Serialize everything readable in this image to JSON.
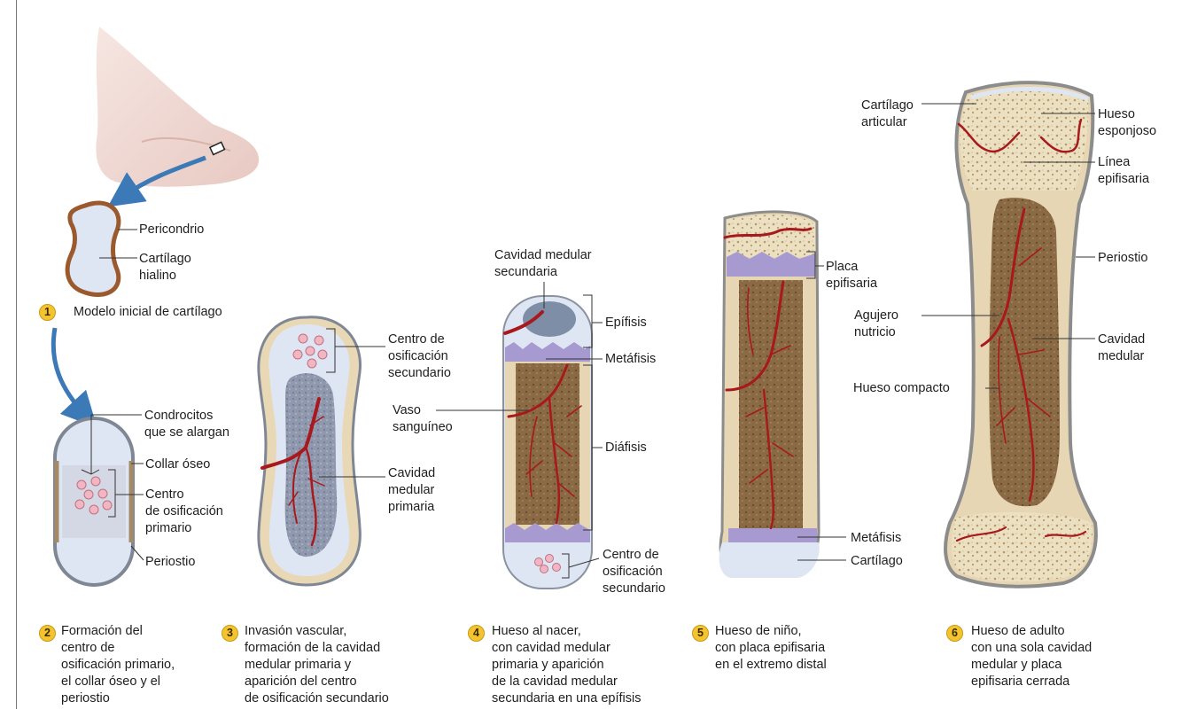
{
  "stages": [
    {
      "number": "1",
      "caption": "Modelo inicial de cartílago"
    },
    {
      "number": "2",
      "caption": "Formación del\ncentro de\nosificación primario,\nel collar óseo y el\nperiostio"
    },
    {
      "number": "3",
      "caption": "Invasión vascular,\nformación de la cavidad\nmedular primaria y\naparición del centro\nde osificación secundario"
    },
    {
      "number": "4",
      "caption": "Hueso al nacer,\ncon cavidad medular\nprimaria y aparición\nde la cavidad medular\nsecundaria en una epífisis"
    },
    {
      "number": "5",
      "caption": "Hueso de niño,\ncon placa epifisaria\nen el extremo distal"
    },
    {
      "number": "6",
      "caption": "Hueso de adulto\ncon una sola cavidad\nmedular y placa\nepifisaria cerrada"
    }
  ],
  "labels": {
    "pericondrio": "Pericondrio",
    "cartilago_hialino": "Cartílago\nhialino",
    "condrocitos": "Condrocitos\nque se alargan",
    "collar_oseo": "Collar óseo",
    "centro_primario": "Centro\nde osificación\nprimario",
    "periostio_2": "Periostio",
    "centro_secundario_3": "Centro de\nosificación\nsecundario",
    "cavidad_primaria": "Cavidad\nmedular\nprimaria",
    "cavidad_secundaria": "Cavidad medular\nsecundaria",
    "epifisis": "Epífisis",
    "metafisis_4": "Metáfisis",
    "vaso_sanguineo": "Vaso\nsanguíneo",
    "diafisis": "Diáfisis",
    "centro_secundario_4": "Centro de\nosificación\nsecundario",
    "placa_epifisaria": "Placa\nepifisaria",
    "metafisis_5": "Metáfisis",
    "cartilago_5": "Cartílago",
    "cartilago_articular": "Cartílago\narticular",
    "hueso_esponjoso": "Hueso\nesponjoso",
    "linea_epifisaria": "Línea\nepifisaria",
    "periostio_6": "Periostio",
    "agujero_nutricio": "Agujero\nnutricio",
    "cavidad_medular": "Cavidad\nmedular",
    "hueso_compacto": "Hueso compacto"
  },
  "colors": {
    "cartilage": "#dfe6f3",
    "bone_tan": "#e6d6b4",
    "marrow_brown": "#8a6a45",
    "vessel": "#a8191d",
    "epiphyseal_plate": "#a79ad0",
    "perichondrium": "#9b5a2e",
    "periosteum": "#8b8b8b",
    "badge": "#f4c430"
  }
}
